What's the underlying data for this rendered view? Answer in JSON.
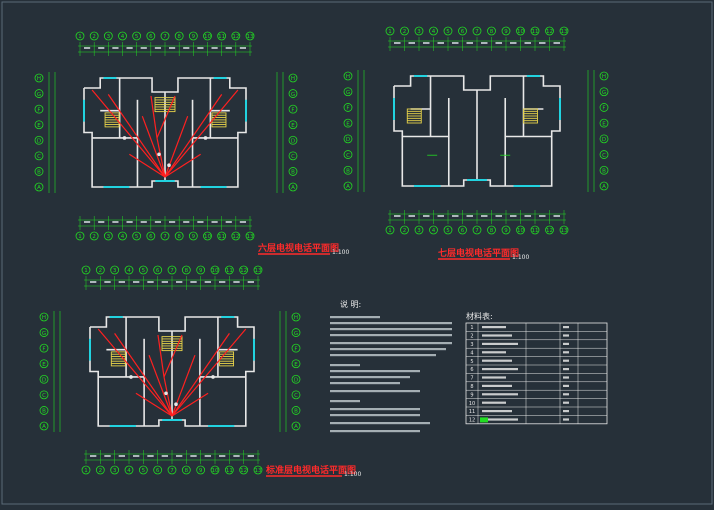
{
  "plans": [
    {
      "id": "plan-sixth-floor",
      "title": "六层电视电话平面图",
      "scale": "1:100",
      "axes_top": [
        "1",
        "2",
        "3",
        "4",
        "5",
        "6",
        "7",
        "8",
        "9",
        "10",
        "11",
        "12",
        "13"
      ],
      "axes_bottom": [
        "1",
        "2",
        "3",
        "4",
        "5",
        "6",
        "7",
        "8",
        "9",
        "10",
        "11",
        "12",
        "13"
      ],
      "axes_left": [
        "H",
        "G",
        "F",
        "E",
        "D",
        "C",
        "B",
        "A"
      ],
      "axes_right": [
        "H",
        "G",
        "F",
        "E",
        "D",
        "C",
        "B",
        "A"
      ]
    },
    {
      "id": "plan-seventh-floor",
      "title": "七层电视电话平面图",
      "scale": "1:100",
      "axes_top": [
        "1",
        "2",
        "3",
        "4",
        "5",
        "6",
        "7",
        "8",
        "9",
        "10",
        "11",
        "12",
        "13"
      ],
      "axes_bottom": [
        "1",
        "2",
        "3",
        "4",
        "5",
        "6",
        "7",
        "8",
        "9",
        "10",
        "11",
        "12",
        "13"
      ],
      "axes_left": [
        "H",
        "G",
        "F",
        "E",
        "D",
        "C",
        "B",
        "A"
      ],
      "axes_right": [
        "H",
        "G",
        "F",
        "E",
        "D",
        "C",
        "B",
        "A"
      ]
    },
    {
      "id": "plan-standard-floor",
      "title": "标准层电视电话平面图",
      "scale": "1:100",
      "axes_top": [
        "1",
        "2",
        "3",
        "4",
        "5",
        "6",
        "7",
        "8",
        "9",
        "10",
        "11",
        "12",
        "13"
      ],
      "axes_bottom": [
        "1",
        "2",
        "3",
        "4",
        "5",
        "6",
        "7",
        "8",
        "9",
        "10",
        "11",
        "12",
        "13"
      ],
      "axes_left": [
        "H",
        "G",
        "F",
        "E",
        "D",
        "C",
        "B",
        "A"
      ],
      "axes_right": [
        "H",
        "G",
        "F",
        "E",
        "D",
        "C",
        "B",
        "A"
      ]
    }
  ],
  "notes": {
    "heading": "说 明:"
  },
  "materials": {
    "heading": "材料表:",
    "rows": [
      {
        "no": "1"
      },
      {
        "no": "2"
      },
      {
        "no": "3"
      },
      {
        "no": "4"
      },
      {
        "no": "5"
      },
      {
        "no": "6"
      },
      {
        "no": "7"
      },
      {
        "no": "8"
      },
      {
        "no": "9"
      },
      {
        "no": "10"
      },
      {
        "no": "11"
      },
      {
        "no": "12"
      }
    ]
  },
  "colors": {
    "background": "#263039",
    "wall": "#e8e8e8",
    "dimension": "#22dd22",
    "cable": "#ff2020",
    "window": "#22d3e0",
    "stair": "#e6d24a",
    "title": "#ff2a2a"
  }
}
